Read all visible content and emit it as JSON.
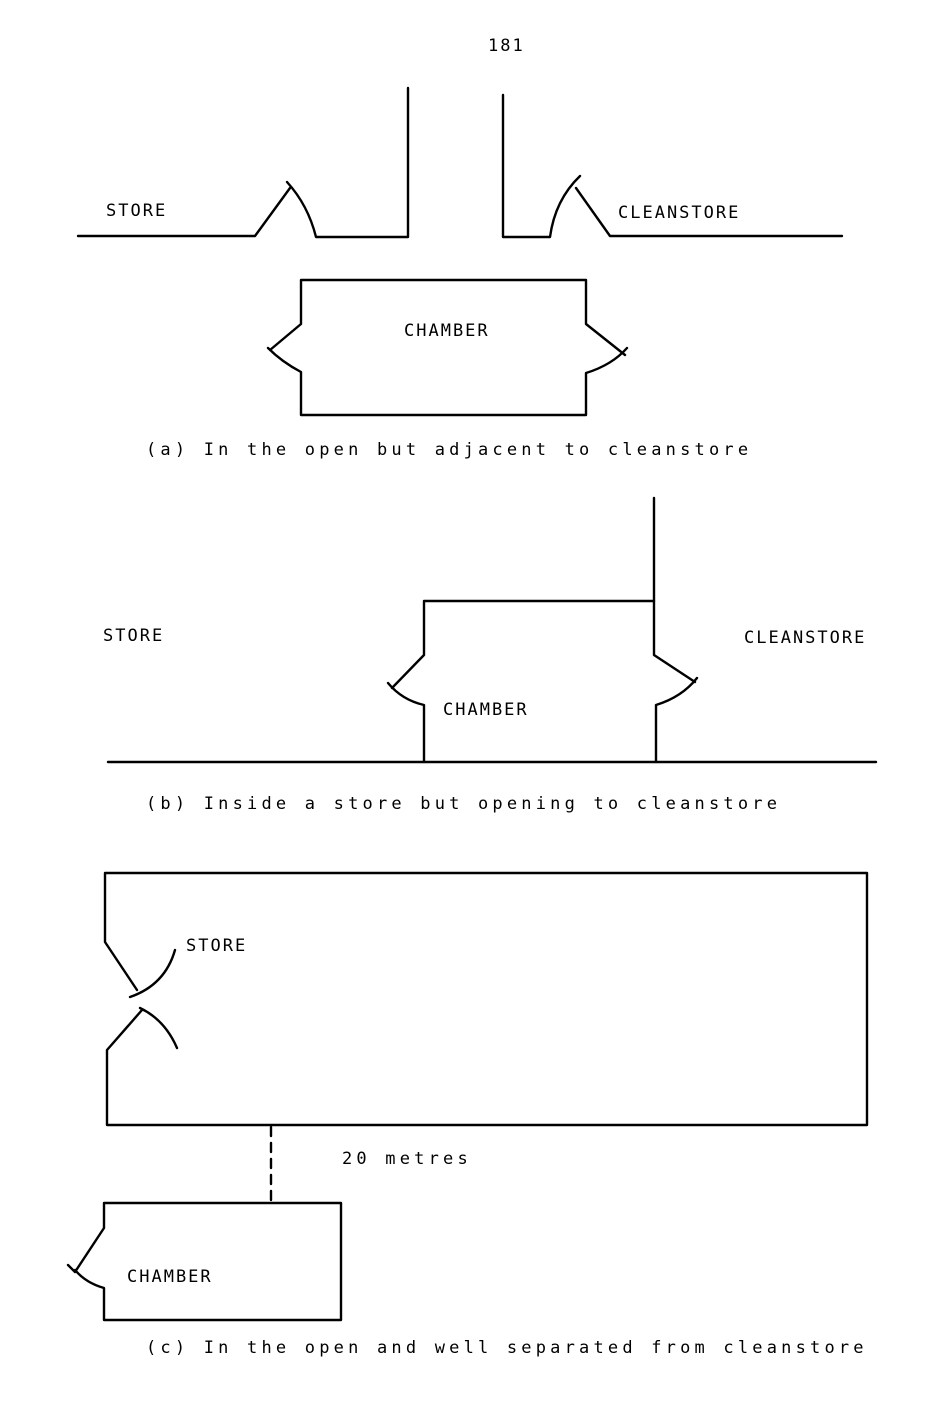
{
  "page_number": "181",
  "panels": {
    "a": {
      "store": "STORE",
      "cleanstore": "CLEANSTORE",
      "chamber": "CHAMBER",
      "caption": "(a) In the open but adjacent to cleanstore"
    },
    "b": {
      "store": "STORE",
      "cleanstore": "CLEANSTORE",
      "chamber": "CHAMBER",
      "caption": "(b) Inside a store but opening to cleanstore"
    },
    "c": {
      "store": "STORE",
      "distance": "20 metres",
      "chamber": "CHAMBER",
      "caption": "(c) In the open and well separated from cleanstore"
    }
  }
}
